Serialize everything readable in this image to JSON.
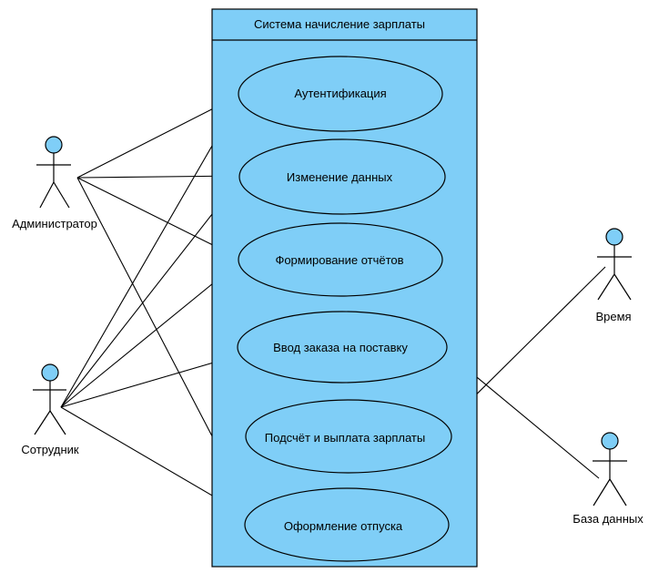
{
  "system": {
    "title": "Система начисление зарплаты",
    "fill_color": "#7fcef7"
  },
  "use_cases": [
    {
      "id": "auth",
      "label": "Аутентификация"
    },
    {
      "id": "edit",
      "label": "Изменение данных"
    },
    {
      "id": "reports",
      "label": "Формирование отчётов"
    },
    {
      "id": "order",
      "label": "Ввод заказа на поставку"
    },
    {
      "id": "salary",
      "label": "Подсчёт и выплата  зарплаты"
    },
    {
      "id": "vacation",
      "label": "Оформление отпуска"
    }
  ],
  "actors": [
    {
      "id": "admin",
      "label": "Администратор"
    },
    {
      "id": "employee",
      "label": "Сотрудник"
    },
    {
      "id": "time",
      "label": "Время"
    },
    {
      "id": "db",
      "label": "База данных"
    }
  ],
  "associations": [
    {
      "actor": "admin",
      "use_case": "auth"
    },
    {
      "actor": "admin",
      "use_case": "edit"
    },
    {
      "actor": "admin",
      "use_case": "reports"
    },
    {
      "actor": "admin",
      "use_case": "vacation"
    },
    {
      "actor": "employee",
      "use_case": "auth"
    },
    {
      "actor": "employee",
      "use_case": "edit"
    },
    {
      "actor": "employee",
      "use_case": "reports"
    },
    {
      "actor": "employee",
      "use_case": "order"
    },
    {
      "actor": "employee",
      "use_case": "vacation"
    },
    {
      "actor": "time",
      "use_case": "salary"
    },
    {
      "actor": "db",
      "use_case": "order"
    }
  ]
}
